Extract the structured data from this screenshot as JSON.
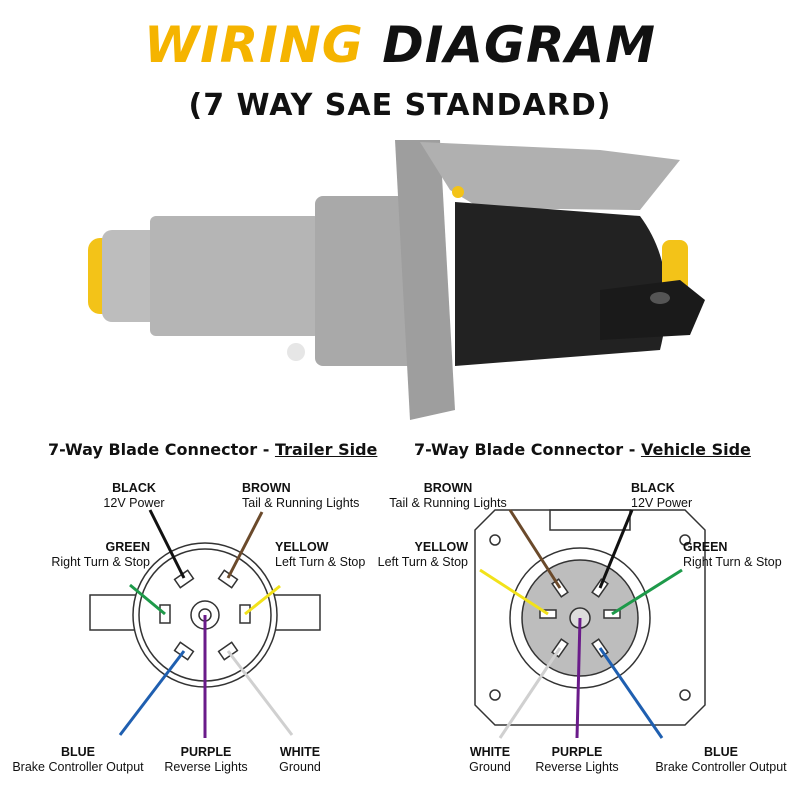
{
  "header": {
    "title_word1": "WIRING",
    "title_word2": "DIAGRAM",
    "subtitle": "(7 WAY SAE STANDARD)"
  },
  "colors": {
    "accent_yellow": "#f5b400",
    "black_wire": "#111111",
    "brown_wire": "#6b4a2b",
    "yellow_wire": "#f2e21a",
    "green_wire": "#1e9a4a",
    "blue_wire": "#1f5fb0",
    "purple_wire": "#6a1b8a",
    "white_wire": "#cfcfcf"
  },
  "trailer_side": {
    "title_prefix": "7-Way Blade Connector - ",
    "title_underlined": "Trailer Side",
    "wires": {
      "black": {
        "color": "BLACK",
        "function": "12V Power"
      },
      "brown": {
        "color": "BROWN",
        "function": "Tail & Running Lights"
      },
      "green": {
        "color": "GREEN",
        "function": "Right Turn & Stop"
      },
      "yellow": {
        "color": "YELLOW",
        "function": "Left Turn & Stop"
      },
      "blue": {
        "color": "BLUE",
        "function": "Brake Controller Output"
      },
      "purple": {
        "color": "PURPLE",
        "function": "Reverse Lights"
      },
      "white": {
        "color": "WHITE",
        "function": "Ground"
      }
    }
  },
  "vehicle_side": {
    "title_prefix": "7-Way Blade Connector - ",
    "title_underlined": "Vehicle Side",
    "wires": {
      "brown": {
        "color": "BROWN",
        "function": "Tail & Running Lights"
      },
      "black": {
        "color": "BLACK",
        "function": "12V Power"
      },
      "yellow": {
        "color": "YELLOW",
        "function": "Left Turn & Stop"
      },
      "green": {
        "color": "GREEN",
        "function": "Right Turn & Stop"
      },
      "white": {
        "color": "WHITE",
        "function": "Ground"
      },
      "purple": {
        "color": "PURPLE",
        "function": "Reverse Lights"
      },
      "blue": {
        "color": "BLUE",
        "function": "Brake Controller Output"
      }
    }
  }
}
